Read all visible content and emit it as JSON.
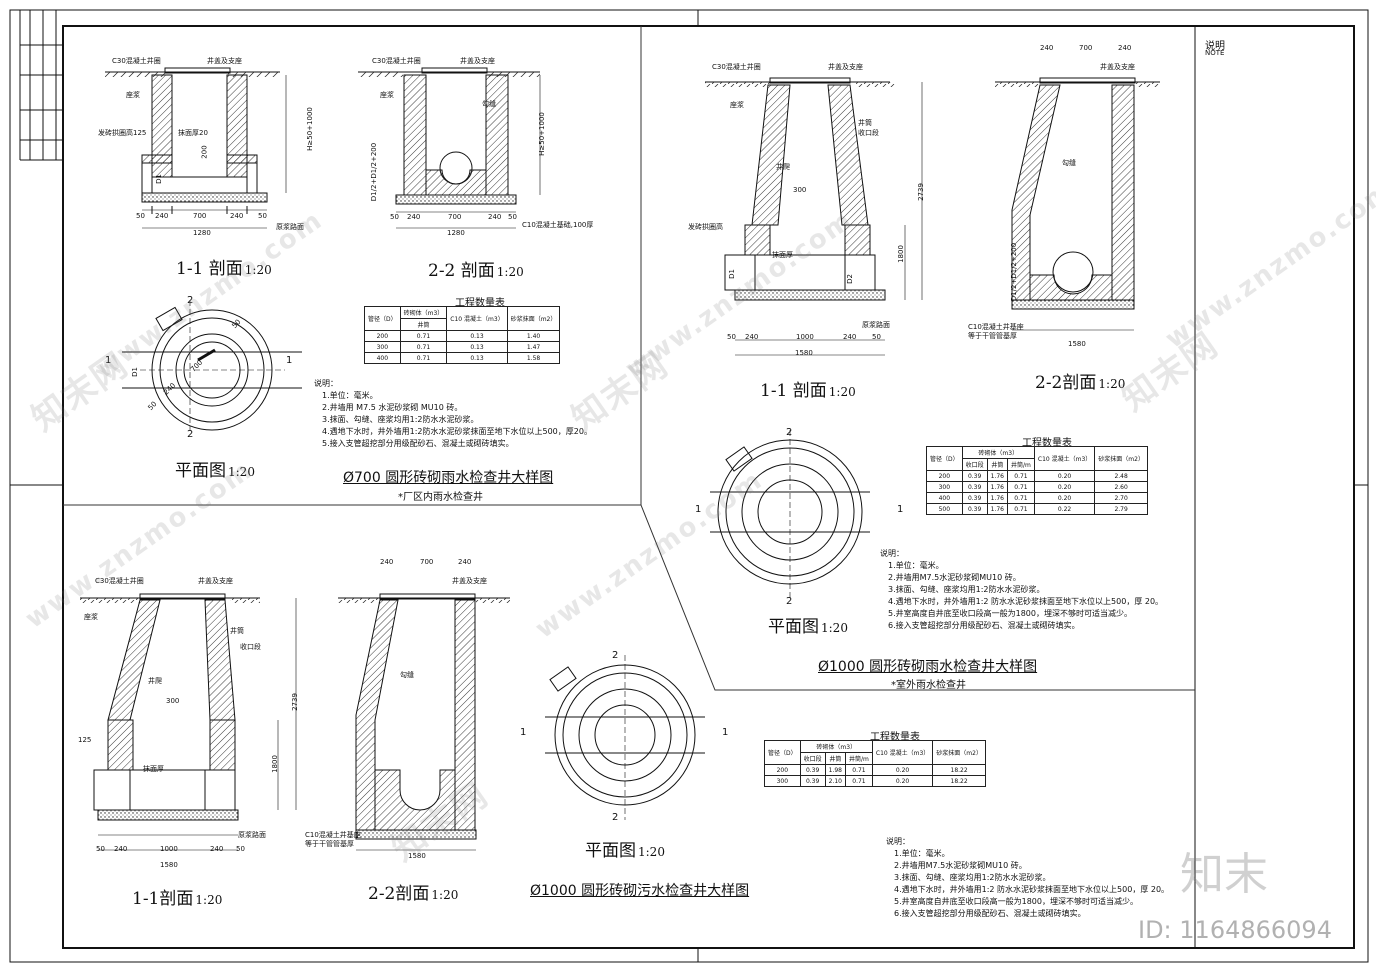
{
  "note_header": {
    "cn": "说明",
    "en": "NOTE"
  },
  "common": {
    "cover": "井盖及支座",
    "ring": "C30混凝土井圈",
    "ring2": "C30混凝土井圈",
    "mortar": "座浆",
    "base_slab": "C10混凝土基础,100厚",
    "base_slab2": "C10混凝土井基座\n等于干管管基厚",
    "base_slab2_line1": "C10混凝土井基座",
    "base_slab2_line2": "等于干管管基厚",
    "tamped": "原浆路面",
    "channel": "勾缝",
    "step": "井爬",
    "reducer": "收口段",
    "wall": "井筒",
    "brick_ring": "发砖拱圈高125",
    "brick_ring2": "发砖拱圈高",
    "plaster": "抹面厚20",
    "plaster2": "抹面厚"
  },
  "d700": {
    "sec1": {
      "title": "1-1 剖面",
      "scale": "1:20",
      "dims": [
        "50",
        "240",
        "700",
        "240",
        "50"
      ],
      "total": "1280",
      "h": "H≥50+1000",
      "d1": "D1",
      "d200": "200"
    },
    "sec2": {
      "title": "2-2 剖面",
      "scale": "1:20",
      "dims": [
        "50",
        "240",
        "700",
        "240",
        "50"
      ],
      "total": "1280",
      "h": "H≥50+1000",
      "h2": "D1/2+D1/2+200"
    },
    "plan": {
      "title": "平面图",
      "scale": "1:20",
      "mark1": "1",
      "mark2": "2",
      "d1": "D1",
      "d240": "240",
      "d50": "50",
      "d700": "700"
    },
    "qty": {
      "title": "工程数量表",
      "headers": [
        "管径（D）",
        "砖砌体（m3）",
        "C10 混凝土（m3）",
        "砂浆抹面（m2）"
      ],
      "sub": "井筒",
      "rows": [
        [
          "200",
          "0.71",
          "0.13",
          "1.40"
        ],
        [
          "300",
          "0.71",
          "0.13",
          "1.47"
        ],
        [
          "400",
          "0.71",
          "0.13",
          "1.58"
        ]
      ]
    },
    "notes": [
      "说明：",
      "1.单位：毫米。",
      "2.井墙用  M7.5  水泥砂浆砌   MU10 砖。",
      "3.抹面、勾缝、座浆均用1:2防水水泥砂浆。",
      "4.遇地下水时，井外墙用1:2防水水泥砂浆抹面至地下水位以上500，厚20。",
      "5.接入支管超挖部分用级配砂石、混凝土或砌砖填实。"
    ],
    "title": "Ø700 圆形砖砌雨水检查井大样图",
    "subtitle": "*厂区内雨水检查井"
  },
  "d1000r": {
    "sec1": {
      "title": "1-1 剖面",
      "scale": "1:20",
      "dims": [
        "50",
        "240",
        "1000",
        "240",
        "50"
      ],
      "total": "1580",
      "h1": "2739",
      "h2": "1800",
      "p300": "300",
      "d1": "D1",
      "d2": "D2"
    },
    "sec2": {
      "title": "2-2剖面",
      "scale": "1:20",
      "dims": [
        "240",
        "700",
        "240"
      ],
      "total": "1580",
      "h": "D1/2+D1/2+200"
    },
    "plan": {
      "title": "平面图",
      "scale": "1:20",
      "mark1": "1",
      "mark2": "2"
    },
    "qty": {
      "title": "工程数量表",
      "headers": [
        "管径（D）",
        "砖砌体（m3）",
        "C10 混凝土（m3）",
        "砂浆抹面（m2）"
      ],
      "sub": [
        "收口段",
        "井筒",
        "井筒/m"
      ],
      "rows": [
        [
          "200",
          "0.39",
          "1.76",
          "0.71",
          "0.20",
          "2.48"
        ],
        [
          "300",
          "0.39",
          "1.76",
          "0.71",
          "0.20",
          "2.60"
        ],
        [
          "400",
          "0.39",
          "1.76",
          "0.71",
          "0.20",
          "2.70"
        ],
        [
          "500",
          "0.39",
          "1.76",
          "0.71",
          "0.22",
          "2.79"
        ]
      ]
    },
    "notes": [
      "说明：",
      "1.单位：毫米。",
      "2.井墙用M7.5水泥砂浆砌MU10 砖。",
      "3.抹面、勾缝、座浆均用1:2防水水泥砂浆。",
      "4.遇地下水时，井外墙用1:2 防水水泥砂浆抹面至地下水位以上500，厚 20。",
      "5.井室高度自井底至收口段高一般为1800，埋深不够时可适当减少。",
      "6.接入支管超挖部分用级配砂石、混凝土或砌砖填实。"
    ],
    "title": "Ø1000 圆形砖砌雨水检查井大样图",
    "subtitle": "*室外雨水检查井"
  },
  "d1000s": {
    "sec1": {
      "title": "1-1剖面",
      "scale": "1:20",
      "dims": [
        "50",
        "240",
        "1000",
        "240",
        "50"
      ],
      "total": "1580",
      "h1": "2739",
      "h2": "1800",
      "p300": "300",
      "d125": "125"
    },
    "sec2": {
      "title": "2-2剖面",
      "scale": "1:20",
      "dims": [
        "240",
        "700",
        "240"
      ],
      "total": "1580"
    },
    "plan": {
      "title": "平面图",
      "scale": "1:20",
      "mark1": "1",
      "mark2": "2"
    },
    "qty": {
      "title": "工程数量表",
      "headers": [
        "管径（D）",
        "砖砌体（m3）",
        "C10 混凝土（m3）",
        "砂浆抹面（m2）"
      ],
      "sub": [
        "收口段",
        "井筒",
        "井筒/m"
      ],
      "rows": [
        [
          "200",
          "0.39",
          "1.98",
          "0.71",
          "0.20",
          "18.22"
        ],
        [
          "300",
          "0.39",
          "2.10",
          "0.71",
          "0.20",
          "18.22"
        ]
      ]
    },
    "notes": [
      "说明：",
      "1.单位：毫米。",
      "2.井墙用M7.5水泥砂浆砌MU10 砖。",
      "3.抹面、勾缝、座浆均用1:2防水水泥砂浆。",
      "4.遇地下水时，井外墙用1:2 防水水泥砂浆抹面至地下水位以上500，厚 20。",
      "5.井室高度自井底至收口段高一般为1800，埋深不够时可适当减少。",
      "6.接入支管超挖部分用级配砂石、混凝土或砌砖填实。"
    ],
    "title": "Ø1000 圆形砖砌污水检查井大样图"
  },
  "watermark": {
    "site": "www.znzmo.com",
    "brand": "知末网",
    "logo": "知末",
    "id": "ID: 1164866094"
  }
}
